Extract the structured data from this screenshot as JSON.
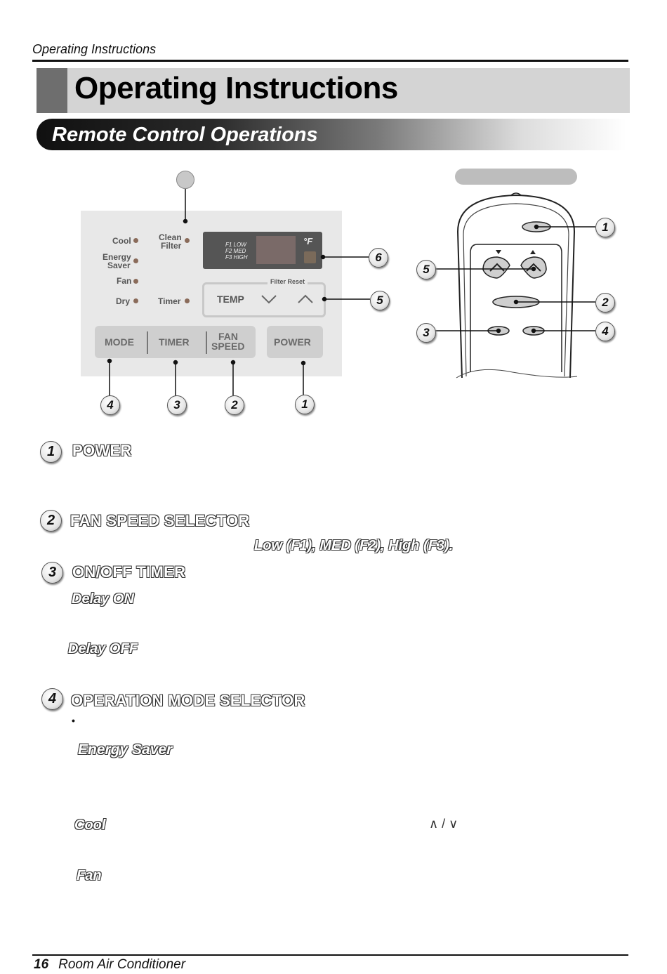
{
  "header": {
    "running_title": "Operating Instructions"
  },
  "title": "Operating Instructions",
  "section_title": "Remote Control Operations",
  "panel": {
    "indicators": [
      "Cool",
      "Energy",
      "Saver",
      "Fan",
      "Dry",
      "Clean",
      "Filter",
      "Timer"
    ],
    "display_legend": [
      "F1 LOW",
      "F2 MED",
      "F3 HIGH"
    ],
    "unit": "°F",
    "temp_label": "TEMP",
    "filter_reset": "Filter Reset",
    "buttons": {
      "mode": "MODE",
      "timer": "TIMER",
      "fan_line1": "FAN",
      "fan_line2": "SPEED",
      "power": "POWER"
    },
    "callouts": {
      "right_top": "6",
      "right_mid": "5",
      "b4": "4",
      "b3": "3",
      "b2": "2",
      "b1": "1"
    }
  },
  "remote": {
    "callouts": {
      "c1": "1",
      "c5": "5",
      "c2": "2",
      "c3": "3",
      "c4": "4"
    }
  },
  "items": [
    {
      "num": "1",
      "heading": "POWER"
    },
    {
      "num": "2",
      "heading": "FAN SPEED SELECTOR",
      "speeds": "Low (F1), MED (F2), High (F3)."
    },
    {
      "num": "3",
      "heading": "ON/OFF TIMER",
      "delay_on": "Delay ON",
      "delay_off": "Delay OFF"
    },
    {
      "num": "4",
      "heading": "OPERATION MODE SELECTOR",
      "energy_saver": "Energy Saver",
      "cool": "Cool",
      "cool_arrows": "∧ / ∨",
      "fan": "Fan"
    }
  ],
  "footer": {
    "page_number": "16",
    "doc_title": "Room Air Conditioner"
  }
}
